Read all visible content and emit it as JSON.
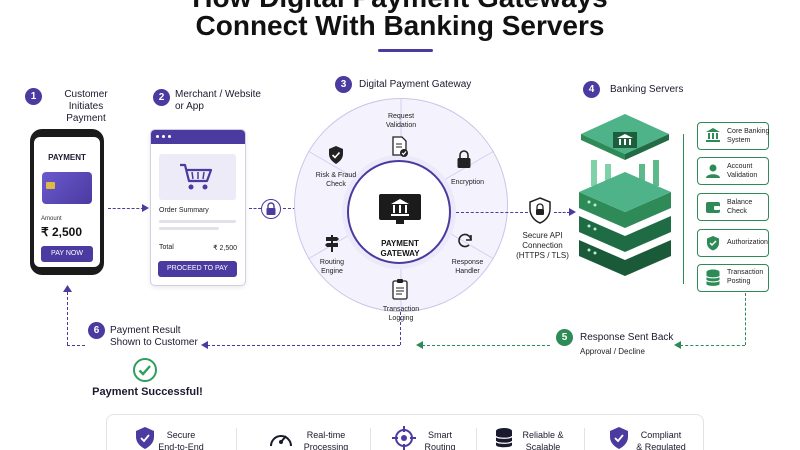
{
  "title": {
    "line1": "How Digital Payment Gateways",
    "line2": "Connect With Banking Servers"
  },
  "steps": {
    "s1": {
      "num": "1",
      "label_l1": "Customer",
      "label_l2": "Initiates Payment"
    },
    "s2": {
      "num": "2",
      "label_l1": "Merchant / Website",
      "label_l2": "or App"
    },
    "s3": {
      "num": "3",
      "label": "Digital Payment Gateway"
    },
    "s4": {
      "num": "4",
      "label": "Banking Servers"
    },
    "s5": {
      "num": "5",
      "label": "Response Sent Back",
      "sub": "Approval / Decline"
    },
    "s6": {
      "num": "6",
      "label_l1": "Payment Result",
      "label_l2": "Shown to Customer"
    }
  },
  "phone": {
    "heading": "PAYMENT",
    "amount_label": "Amount",
    "amount": "₹ 2,500",
    "button": "PAY NOW"
  },
  "merchant": {
    "order_summary": "Order Summary",
    "total_label": "Total",
    "total_value": "₹ 2,500",
    "button": "PROCEED TO PAY"
  },
  "gateway": {
    "core_l1": "PAYMENT",
    "core_l2": "GATEWAY",
    "modules": {
      "request_validation": [
        "Request",
        "Validation"
      ],
      "encryption": [
        "Encryption"
      ],
      "response_handler": [
        "Response",
        "Handler"
      ],
      "transaction_logging": [
        "Transaction",
        "Logging"
      ],
      "routing_engine": [
        "Routing",
        "Engine"
      ],
      "risk_fraud": [
        "Risk & Fraud",
        "Check"
      ]
    }
  },
  "secure_api": [
    "Secure API",
    "Connection",
    "(HTTPS / TLS)"
  ],
  "bank_services": [
    {
      "icon": "bank-icon",
      "l1": "Core Banking",
      "l2": "System"
    },
    {
      "icon": "user-icon",
      "l1": "Account",
      "l2": "Validation"
    },
    {
      "icon": "wallet-icon",
      "l1": "Balance",
      "l2": "Check"
    },
    {
      "icon": "shield-check-icon",
      "l1": "Authorization",
      "l2": ""
    },
    {
      "icon": "database-icon",
      "l1": "Transaction",
      "l2": "Posting"
    }
  ],
  "result": {
    "label": "Payment Successful!"
  },
  "features": [
    {
      "icon": "shield-check-icon",
      "l1": "Secure",
      "l2": "End-to-End"
    },
    {
      "icon": "speedometer-icon",
      "l1": "Real-time",
      "l2": "Processing"
    },
    {
      "icon": "target-icon",
      "l1": "Smart",
      "l2": "Routing"
    },
    {
      "icon": "database-icon",
      "l1": "Reliable &",
      "l2": "Scalable"
    },
    {
      "icon": "shield-check-icon",
      "l1": "Compliant",
      "l2": "& Regulated"
    }
  ],
  "colors": {
    "primary": "#4b3aa0",
    "bank_green": "#2e8b57",
    "success": "#2e9e5b"
  }
}
